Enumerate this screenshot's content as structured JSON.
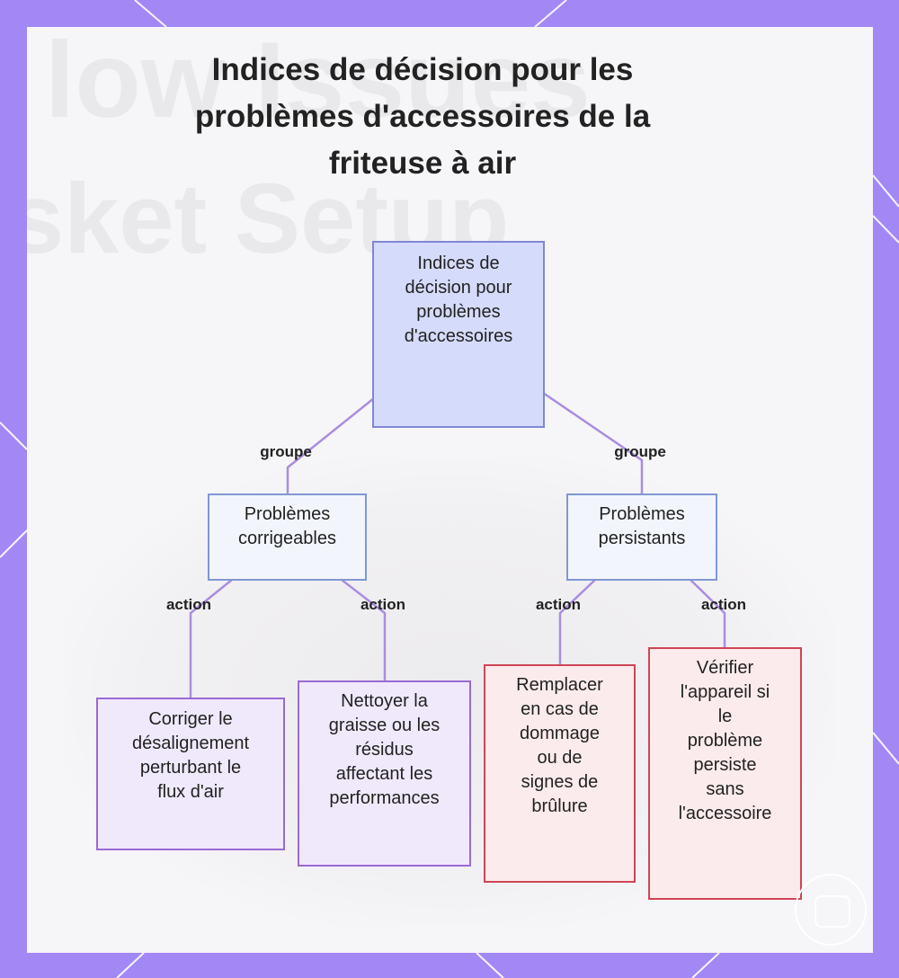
{
  "title": "Indices de décision pour les problèmes d'accessoires de la friteuse à air",
  "background_text": [
    "low Issues",
    "sket Setup"
  ],
  "nodes": {
    "root": "Indices de\ndécision pour\nproblèmes\nd'accessoires",
    "fixable": "Problèmes\ncorrigeables",
    "persistent": "Problèmes\npersistants",
    "fix_alignment": "Corriger le\ndésalignement\nperturbant le\nflux d'air",
    "clean_residue": "Nettoyer la\ngraisse ou les\nrésidus\naffectant les\nperformances",
    "replace": "Remplacer\nen cas de\ndommage\nou de\nsignes de\nbrûlure",
    "check_device": "Vérifier\nl'appareil si\nle\nproblème\npersiste\nsans\nl'accessoire"
  },
  "edge_labels": {
    "group_left": "groupe",
    "group_right": "groupe",
    "action_1": "action",
    "action_2": "action",
    "action_3": "action",
    "action_4": "action"
  },
  "colors": {
    "frame": "#a288f5",
    "root_fill": "#d5dbfb",
    "category_fill": "#f3f5fd",
    "action_purple_fill": "#efe9fb",
    "action_purple_border": "#9a6ad4",
    "action_red_fill": "#fcebec",
    "action_red_border": "#cf4556",
    "edge": "#a98de0"
  }
}
